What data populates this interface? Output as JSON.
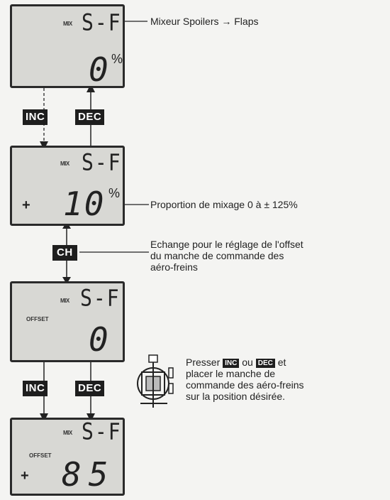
{
  "screens": [
    {
      "mix": "MIX",
      "code": "S-F",
      "offset": "",
      "sign": "",
      "value": "0",
      "unit": "%"
    },
    {
      "mix": "MIX",
      "code": "S-F",
      "offset": "",
      "sign": "+",
      "value": "10",
      "unit": "%"
    },
    {
      "mix": "MIX",
      "code": "S-F",
      "offset": "OFFSET",
      "sign": "",
      "value": "0",
      "unit": ""
    },
    {
      "mix": "MIX",
      "code": "S-F",
      "offset": "OFFSET",
      "sign": "+",
      "value": "85",
      "unit": ""
    }
  ],
  "buttons": {
    "inc_top": "INC",
    "dec_top": "DEC",
    "ch": "CH",
    "inc_bottom": "INC",
    "dec_bottom": "DEC"
  },
  "annotations": {
    "mixer": "Mixeur Spoilers → Flaps",
    "proportion": "Proportion de mixage 0 à ± 125%",
    "exchange_line1": "Echange pour le réglage de l'offset",
    "exchange_line2": "du manche de commande des",
    "exchange_line3": "aéro-freins",
    "press_before": "Presser",
    "press_inc": "INC",
    "press_or": "ou",
    "press_dec": "DEC",
    "press_after": "et",
    "place_line2": "placer le manche de",
    "place_line3": "commande des aéro-freins",
    "place_line4": "sur la position désirée."
  },
  "icons": {
    "stick": "transmitter-stick-icon"
  }
}
